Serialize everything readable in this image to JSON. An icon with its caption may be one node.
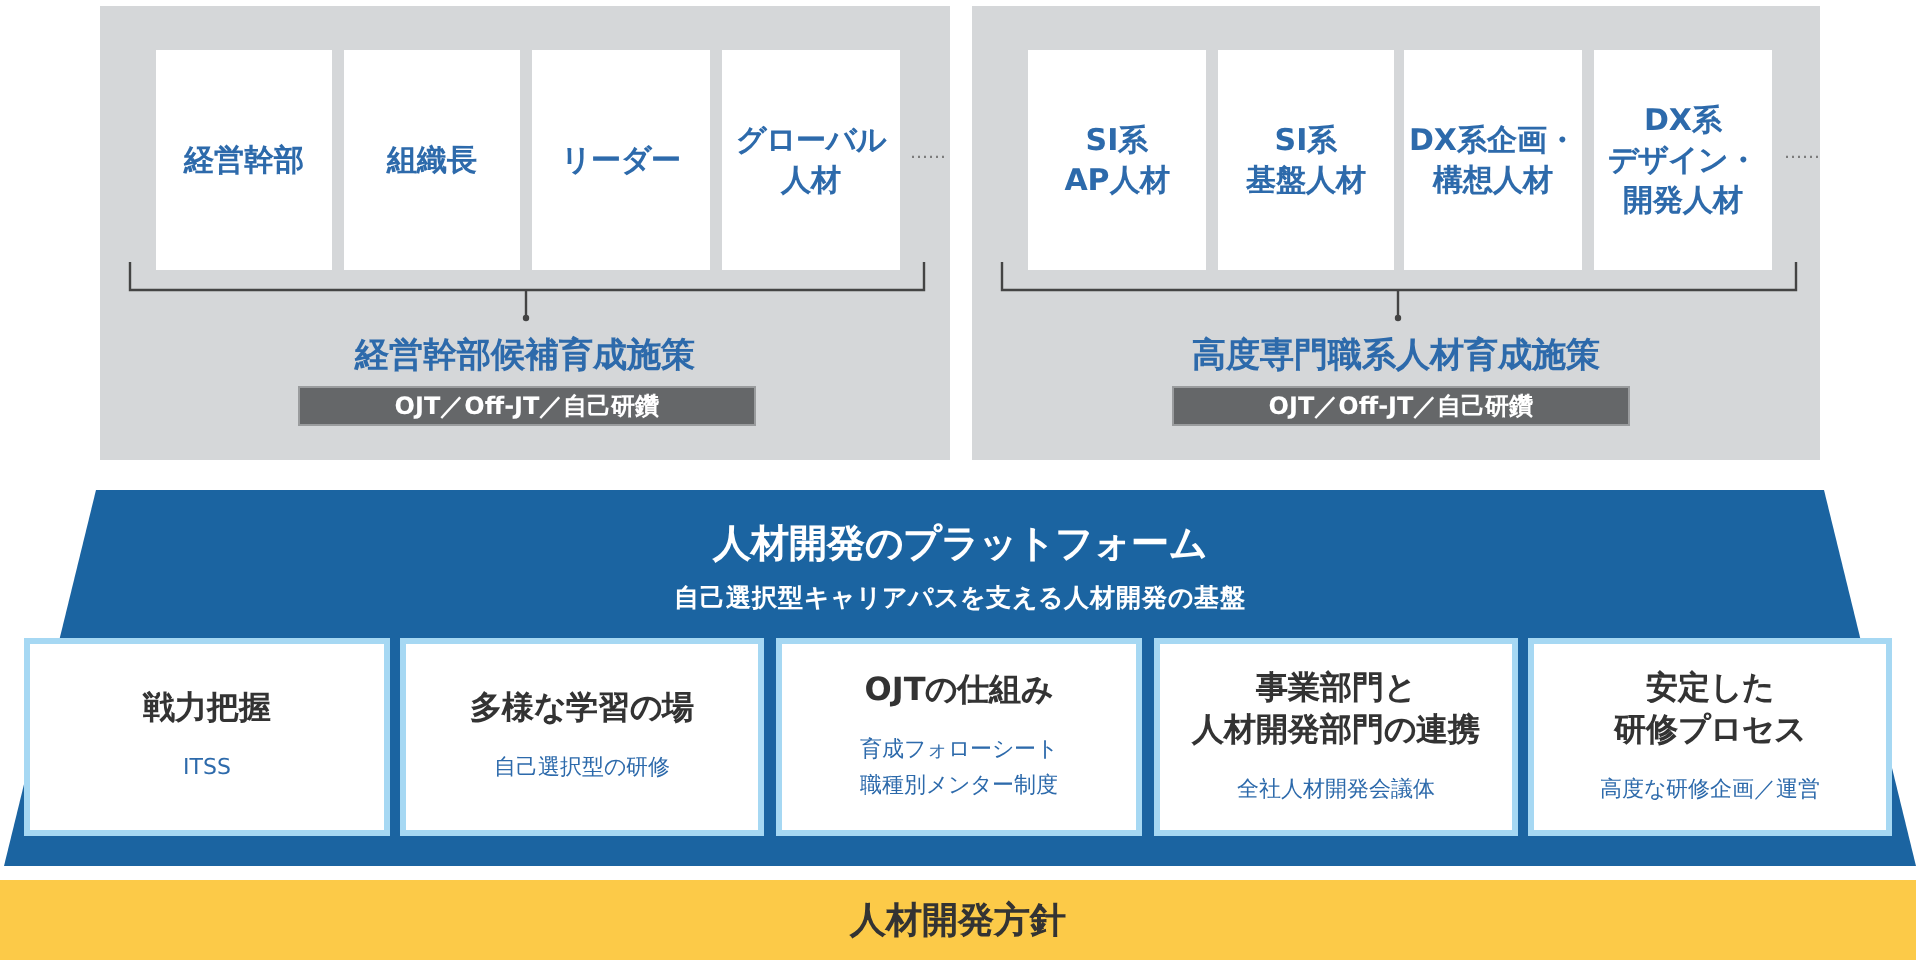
{
  "diagram": {
    "nodes": [
      {
        "text": [
          "経営幹部候補育成施策"
        ]
      },
      {
        "text": [
          "経営幹部"
        ],
        "in": 0
      },
      {
        "text": [
          "組織長"
        ],
        "in": 0
      },
      {
        "text": [
          "リーダー"
        ],
        "in": 0
      },
      {
        "text": [
          "グローバル人材"
        ],
        "in": 0
      },
      {
        "text": [
          "OJT／Off-JT／自己研鑽"
        ],
        "in": 0
      },
      {
        "text": [
          "高度専門職系人材育成施策"
        ]
      },
      {
        "text": [
          "SI系AP人材"
        ],
        "in": 6
      },
      {
        "text": [
          "SI系基盤人材"
        ],
        "in": 6
      },
      {
        "text": [
          "DX系企画・構想人材"
        ],
        "in": 6
      },
      {
        "text": [
          "DX系デザイン・開発人材"
        ],
        "in": 6
      },
      {
        "text": [
          "OJT／Off-JT／自己研鑽"
        ],
        "in": 6
      },
      {
        "text": [
          "人材開発のプラットフォーム",
          "自己選択型キャリアパスを支える人材開発の基盤"
        ]
      },
      {
        "text": [
          "戦力把握",
          "ITSS"
        ],
        "in": 12
      },
      {
        "text": [
          "多様な学習の場",
          "自己選択型の研修"
        ],
        "in": 12
      },
      {
        "text": [
          "OJTの仕組み",
          "育成フォローシート職種別メンター制度"
        ],
        "in": 12
      },
      {
        "text": [
          "事業部門と人材開発部門の連携",
          "全社人材開発会議体"
        ],
        "in": 12
      },
      {
        "text": [
          "安定した研修プロセス",
          "高度な研修企画／運営"
        ],
        "in": 12
      },
      {
        "text": [
          "人材開発方針"
        ]
      }
    ],
    "labels": [
      "……",
      "……"
    ]
  }
}
